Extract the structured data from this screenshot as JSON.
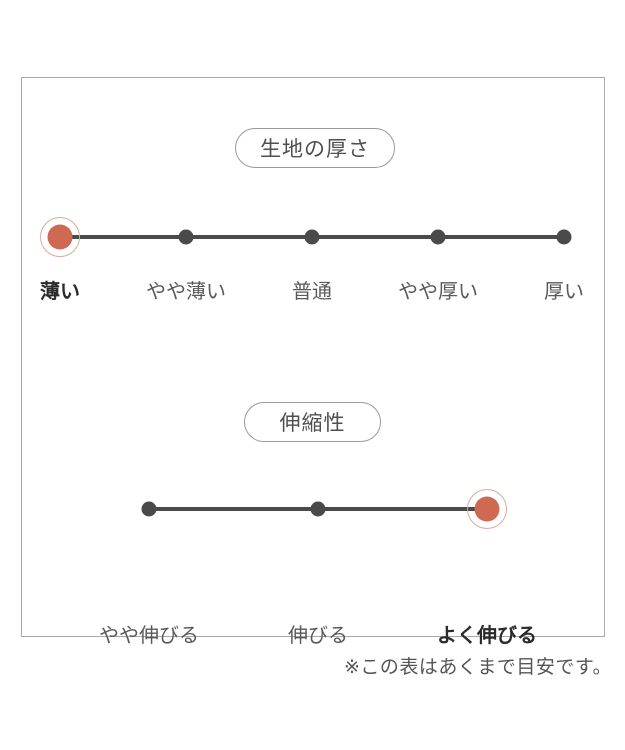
{
  "note": {
    "text": "※この表はあくまで目安です。"
  },
  "colors": {
    "accent": "#cf6a52",
    "accent_ring": "#d8ab9c",
    "dot_and_line": "#4a4a4a",
    "label_text": "#595959",
    "selected_label_text": "#2b2b2b",
    "panel_border": "#a9a9a9"
  },
  "chart_data": [
    {
      "type": "rating-scale",
      "title": "生地の厚さ",
      "categories": [
        "薄い",
        "やや薄い",
        "普通",
        "やや厚い",
        "厚い"
      ],
      "selected_index": 0,
      "selected_label": "薄い"
    },
    {
      "type": "rating-scale",
      "title": "伸縮性",
      "categories": [
        "やや伸びる",
        "伸びる",
        "よく伸びる"
      ],
      "selected_index": 2,
      "selected_label": "よく伸びる"
    }
  ]
}
